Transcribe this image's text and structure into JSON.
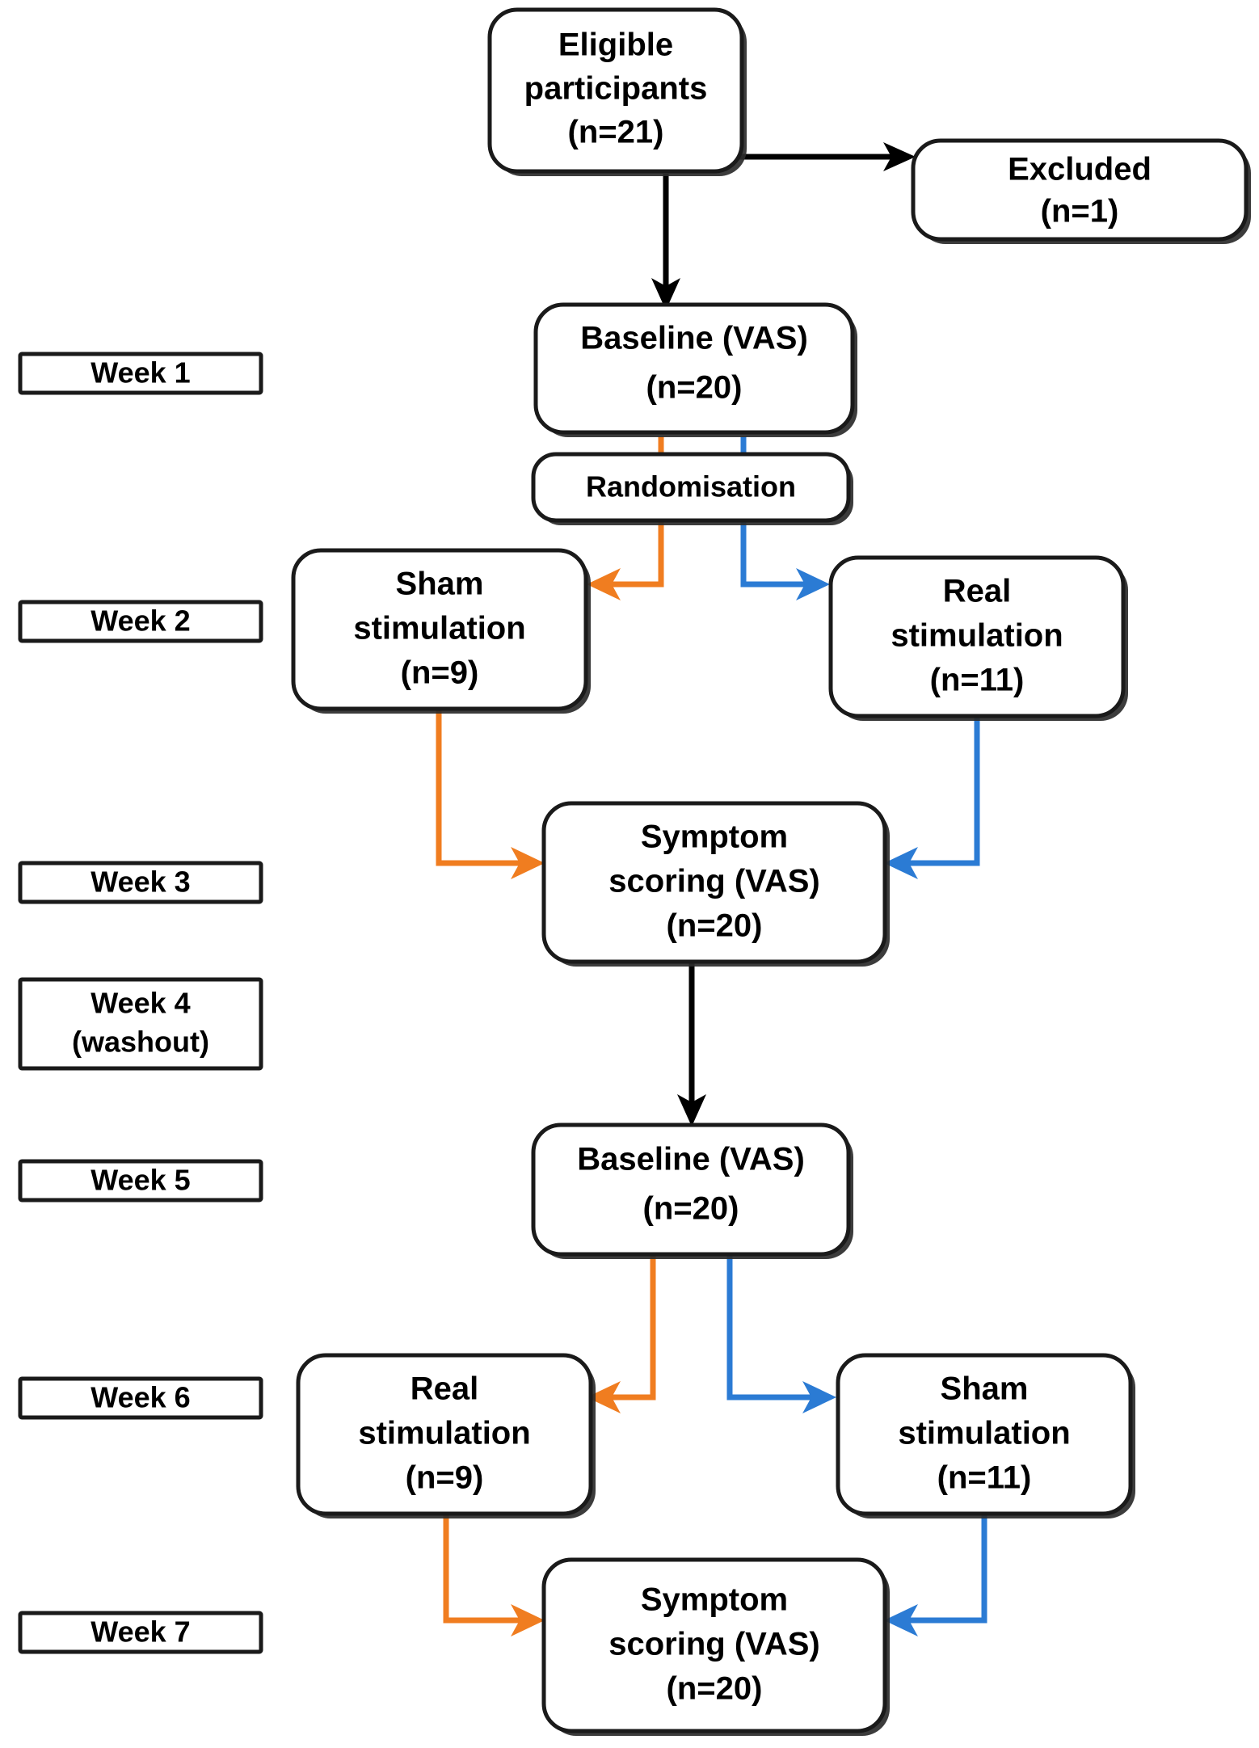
{
  "diagram": {
    "type": "crossover-trial-flowchart",
    "colors": {
      "orange": "#f07d20",
      "blue": "#2b7bd4",
      "black": "#000000",
      "box_fill": "#ffffff"
    },
    "timeline_labels": [
      {
        "id": "week1",
        "label": "Week 1"
      },
      {
        "id": "week2",
        "label": "Week 2"
      },
      {
        "id": "week3",
        "label": "Week 3"
      },
      {
        "id": "week4",
        "label_line1": "Week 4",
        "label_line2": "(washout)"
      },
      {
        "id": "week5",
        "label": "Week 5"
      },
      {
        "id": "week6",
        "label": "Week 6"
      },
      {
        "id": "week7",
        "label": "Week 7"
      }
    ],
    "nodes": [
      {
        "id": "eligible",
        "line1": "Eligible",
        "line2": "participants",
        "line3": "(n=21)"
      },
      {
        "id": "excluded",
        "line1": "Excluded",
        "line2": "(n=1)"
      },
      {
        "id": "baseline1",
        "line1": "Baseline (VAS)",
        "line2": "(n=20)"
      },
      {
        "id": "randomisation",
        "line1": "Randomisation"
      },
      {
        "id": "sham1",
        "line1": "Sham",
        "line2": "stimulation",
        "line3": "(n=9)"
      },
      {
        "id": "real1",
        "line1": "Real",
        "line2": "stimulation",
        "line3": "(n=11)"
      },
      {
        "id": "symptom1",
        "line1": "Symptom",
        "line2": "scoring (VAS)",
        "line3": "(n=20)"
      },
      {
        "id": "baseline2",
        "line1": "Baseline (VAS)",
        "line2": "(n=20)"
      },
      {
        "id": "real2",
        "line1": "Real",
        "line2": "stimulation",
        "line3": "(n=9)"
      },
      {
        "id": "sham2",
        "line1": "Sham",
        "line2": "stimulation",
        "line3": "(n=11)"
      },
      {
        "id": "symptom2",
        "line1": "Symptom",
        "line2": "scoring (VAS)",
        "line3": "(n=20)"
      }
    ]
  }
}
